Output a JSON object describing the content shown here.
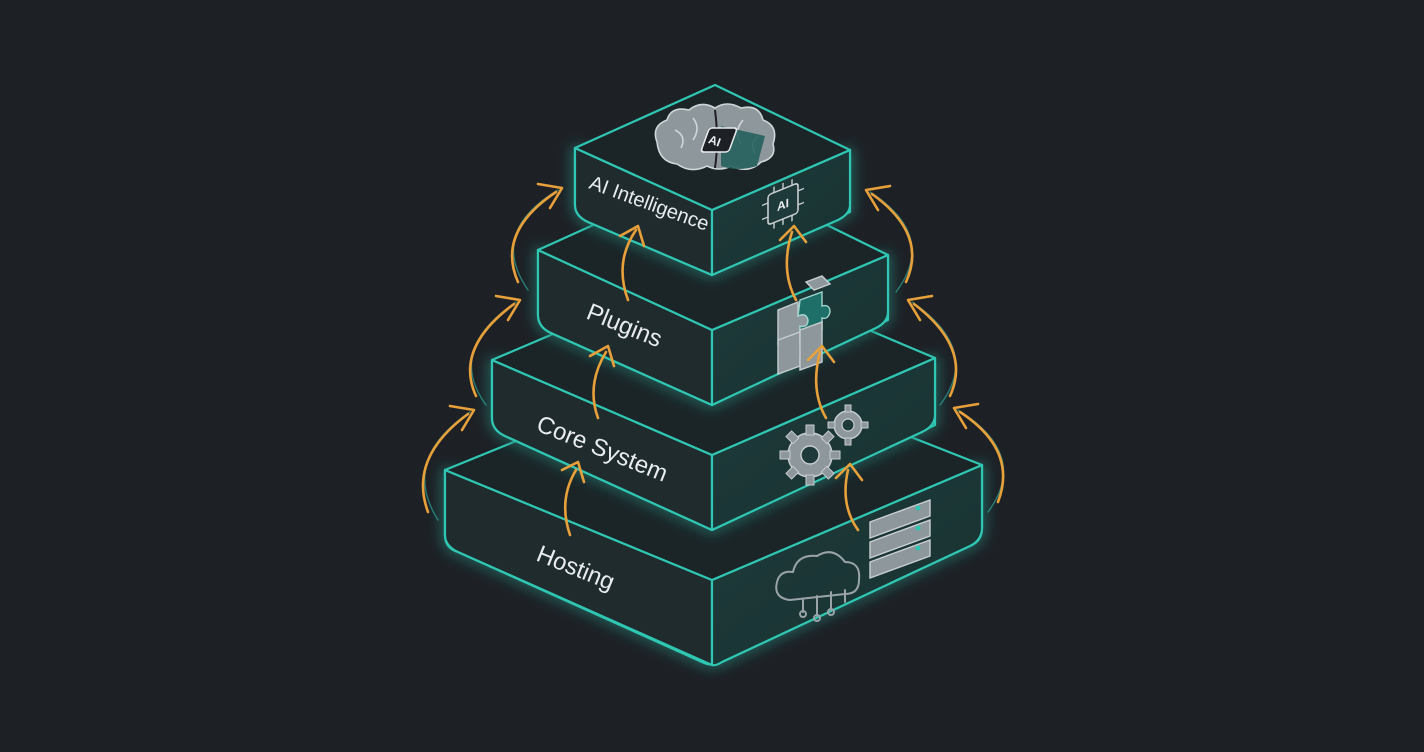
{
  "diagram": {
    "layers": [
      {
        "id": "hosting",
        "label": "Hosting",
        "icon": "cloud-server-icon"
      },
      {
        "id": "core",
        "label": "Core System",
        "icon": "gears-icon"
      },
      {
        "id": "plugins",
        "label": "Plugins",
        "icon": "puzzle-icon"
      },
      {
        "id": "ai",
        "label": "AI Intelligence",
        "icon": "ai-chip-icon"
      }
    ],
    "top_icon": {
      "name": "ai-brain-icon",
      "text": "AI"
    },
    "chip_text": "AI",
    "colors": {
      "background": "#1d2126",
      "outline": "#2fc7b3",
      "arrow": "#e8a03a",
      "face": "#1f2b2d"
    }
  }
}
